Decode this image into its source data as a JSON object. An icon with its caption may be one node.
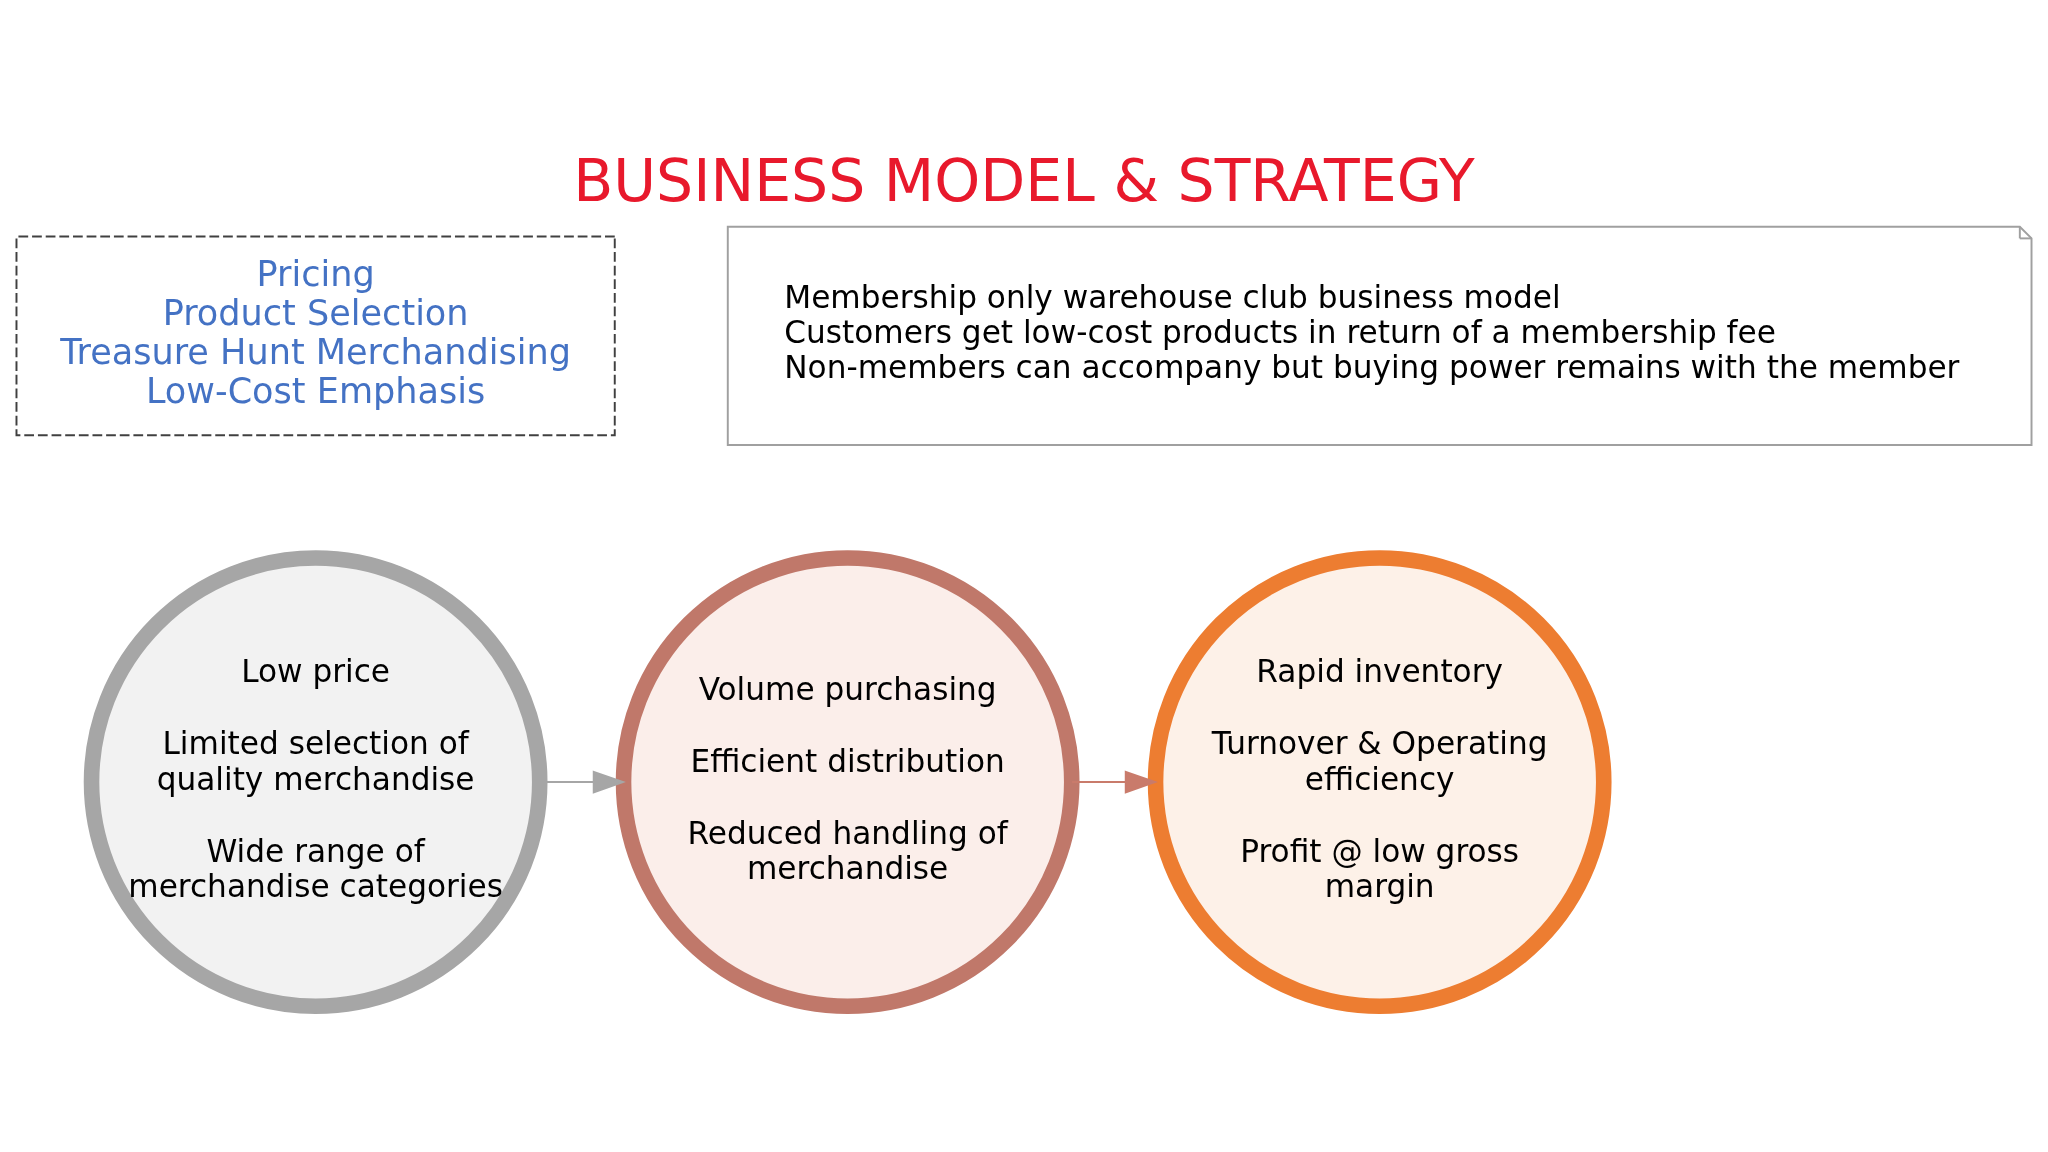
{
  "diagram": {
    "title": "BUSINESS MODEL & STRATEGY",
    "nodes": [
      {
        "text": [
          "Pricing",
          "Product Selection",
          "Treasure Hunt Merchandising",
          "Low-Cost Emphasis"
        ]
      },
      {
        "text": [
          "Membership only warehouse club business model",
          "Customers get low-cost products in return of a membership fee",
          "Non-members can accompany but buying power remains with the member"
        ]
      },
      {
        "text": [
          "Low price",
          "Limited selection of quality merchandise",
          "Wide range of merchandise categories"
        ]
      },
      {
        "text": [
          "Volume purchasing",
          "Efficient distribution",
          "Reduced handling of merchandise"
        ]
      },
      {
        "text": [
          "Rapid inventory",
          "Turnover & Operating efficiency",
          "Profit @ low gross margin"
        ]
      }
    ],
    "edges": [
      {
        "from": 2,
        "to": 3,
        "arrow": "to",
        "color": "#a6a6a6"
      },
      {
        "from": 3,
        "to": 4,
        "arrow": "to",
        "color": "#c97b6b"
      }
    ]
  }
}
